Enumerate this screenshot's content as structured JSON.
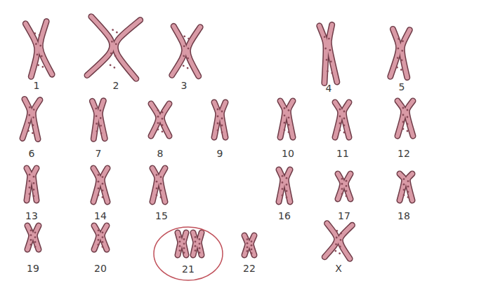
{
  "diagram": {
    "labels": [
      "1",
      "2",
      "3",
      "4",
      "5",
      "6",
      "7",
      "8",
      "9",
      "10",
      "11",
      "12",
      "13",
      "14",
      "15",
      "16",
      "17",
      "18",
      "19",
      "20",
      "21",
      "22",
      "X"
    ]
  }
}
